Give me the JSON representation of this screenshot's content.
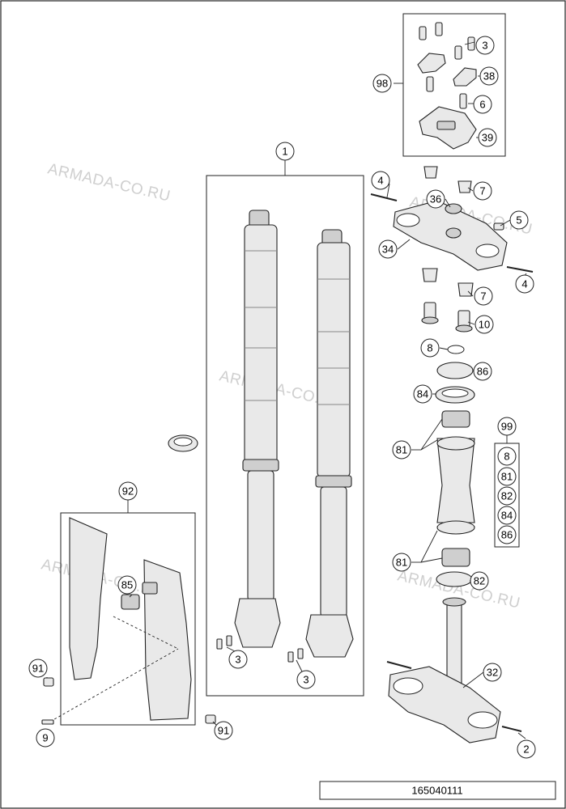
{
  "watermark": "ARMADA-CO.RU",
  "document_id": "165040111",
  "callouts": {
    "c1": "1",
    "c2": "2",
    "c3a": "3",
    "c3b": "3",
    "c3c": "3",
    "c4a": "4",
    "c4b": "4",
    "c5": "5",
    "c6": "6",
    "c7a": "7",
    "c7b": "7",
    "c8a": "8",
    "c8b": "8",
    "c9": "9",
    "c10": "10",
    "c32": "32",
    "c34": "34",
    "c36": "36",
    "c38": "38",
    "c39": "39",
    "c81a": "81",
    "c81b": "81",
    "c81c": "81",
    "c82a": "82",
    "c82b": "82",
    "c84a": "84",
    "c84b": "84",
    "c85": "85",
    "c86a": "86",
    "c86b": "86",
    "c91a": "91",
    "c91b": "91",
    "c92": "92",
    "c98": "98",
    "c99": "99"
  }
}
